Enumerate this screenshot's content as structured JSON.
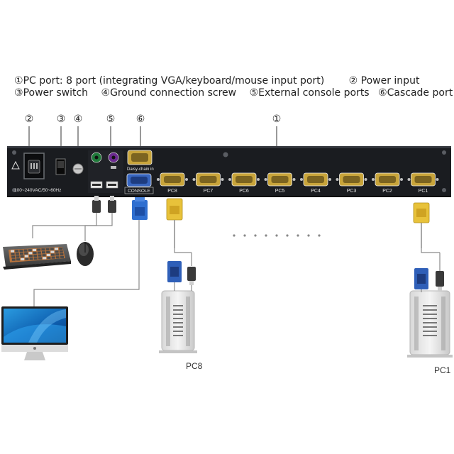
{
  "legend": {
    "line1": [
      {
        "num": "①",
        "text": "PC port: 8 port (integrating VGA/keyboard/mouse input port)"
      },
      {
        "num": "②",
        "text": "Power input"
      }
    ],
    "line2": [
      {
        "num": "③",
        "text": "Power switch"
      },
      {
        "num": "④",
        "text": "Ground connection screw"
      },
      {
        "num": "⑤",
        "text": "External console ports"
      },
      {
        "num": "⑥",
        "text": "Cascade port"
      }
    ]
  },
  "callouts": [
    "②",
    "③",
    "④",
    "⑤",
    "⑥",
    "①"
  ],
  "panel": {
    "power_rating": "100~240VAC/50~60Hz",
    "daisy_chain": "Daisy-chain in",
    "console": "CONSOLE",
    "ports": [
      "PC8",
      "PC7",
      "PC6",
      "PC5",
      "PC4",
      "PC3",
      "PC2",
      "PC1"
    ]
  },
  "computers": {
    "left_label": "PC8",
    "right_label": "PC1"
  },
  "colors": {
    "panel": "#1a1c20",
    "vga_blue": "#2f5fb8",
    "vga_yellow": "#e8c23a",
    "cable": "#8a8a8a"
  },
  "icons": [
    "keyboard-icon",
    "mouse-icon",
    "monitor-icon",
    "pc-tower-icon",
    "vga-connector-icon",
    "usb-plug-icon"
  ]
}
